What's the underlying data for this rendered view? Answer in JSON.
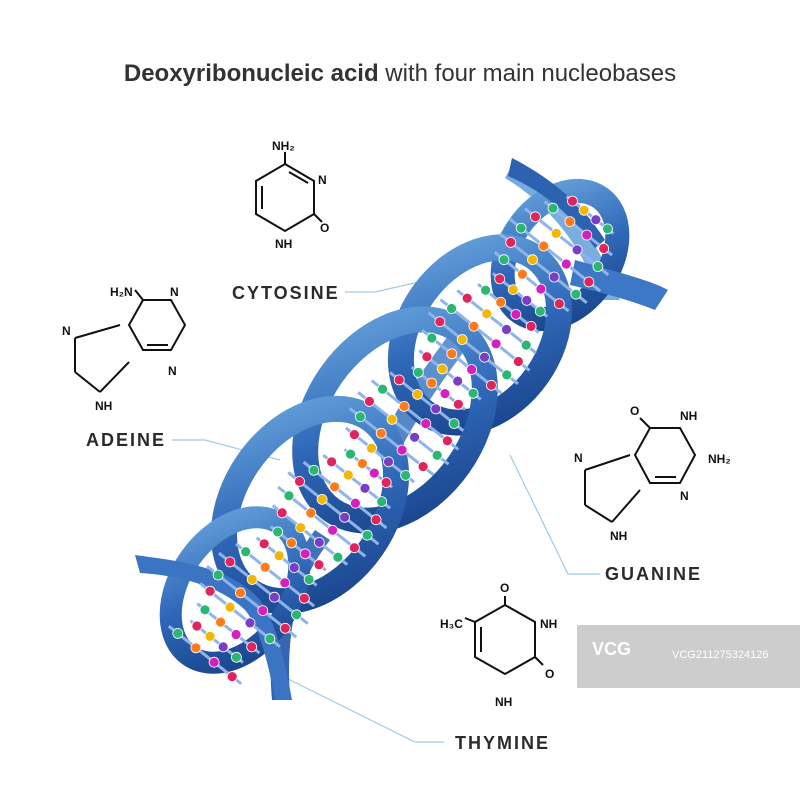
{
  "title": {
    "bold": "Deoxyribonucleic acid",
    "rest": "with four main nucleobases"
  },
  "labels": {
    "cytosine": "CYTOSINE",
    "adeine": "ADEINE",
    "guanine": "GUANINE",
    "thymine": "THYMINE"
  },
  "molecules": {
    "cytosine": {
      "nh2": "NH₂",
      "n": "N",
      "o": "O",
      "nh": "NH"
    },
    "adenine": {
      "h2n": "H₂N",
      "n1": "N",
      "n2": "N",
      "n3": "N",
      "nh": "NH"
    },
    "guanine": {
      "o": "O",
      "nh": "NH",
      "nh2": "NH₂",
      "n1": "N",
      "n2": "N",
      "nh_b": "NH"
    },
    "thymine": {
      "h3c": "H₃C",
      "o1": "O",
      "nh": "NH",
      "o2": "O",
      "nh_b": "NH"
    }
  },
  "watermark": {
    "logo": "VCG",
    "code": "VCG211275324126"
  },
  "colors": {
    "helix_dark": "#1e4f9e",
    "helix_light": "#5f9ad6",
    "rung": "#8fb4ea",
    "leader_line": "#9ecbe8",
    "base_colors": [
      "#e0245e",
      "#f2b705",
      "#7a3dc8",
      "#2bb673",
      "#ff7a1a",
      "#d61fbf"
    ]
  }
}
